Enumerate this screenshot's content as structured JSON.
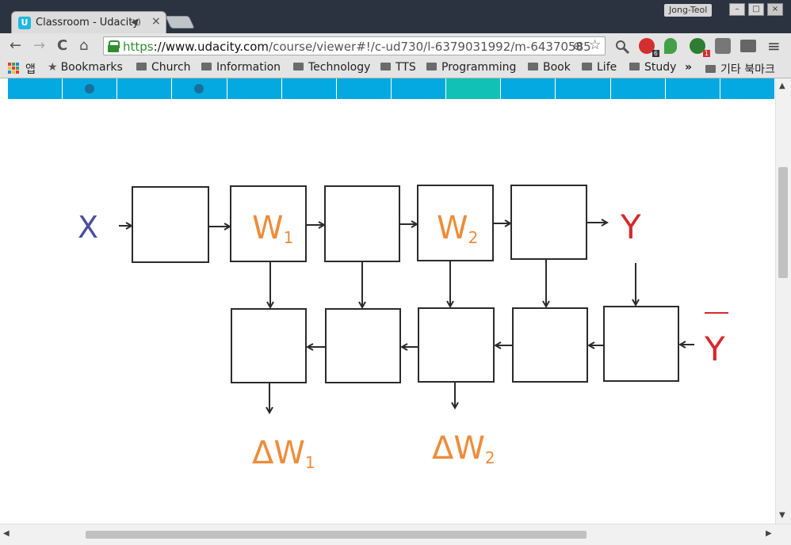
{
  "tab": {
    "title": "Classroom - Udacity",
    "favicon_letter": "U",
    "close": "×",
    "speaker": "◀)"
  },
  "window": {
    "user": "Jong-Teol",
    "minimize": "–",
    "maximize": "□",
    "close": "×"
  },
  "toolbar": {
    "back": "←",
    "forward": "→",
    "reload": "C",
    "home": "⌂",
    "url_scheme": "https",
    "url_host": "://www.udacity.com",
    "url_path": "/course/viewer#!/c-ud730/l-6379031992/m-64370585",
    "zoom_icon": "⊕",
    "star_icon": "☆",
    "menu_icon": "≡",
    "ext_badge_1": "6",
    "ext_badge_2": "1"
  },
  "bookmarks": {
    "apps_label": "앱",
    "items": [
      "Bookmarks",
      "Church",
      "Information",
      "Technology",
      "TTS",
      "Programming",
      "Book",
      "Life",
      "Study"
    ],
    "overflow": "»",
    "other": "기타 북마크"
  },
  "progress": {
    "segments": 14,
    "active_index": 8,
    "dot_indices": [
      1,
      3
    ]
  },
  "diagram": {
    "input_label": "X",
    "output_label": "Y",
    "target_label": "Y",
    "w1": "W",
    "w1_sub": "1",
    "w2": "W",
    "w2_sub": "2",
    "dw1": "ΔW",
    "dw1_sub": "1",
    "dw2": "ΔW",
    "dw2_sub": "2",
    "colors": {
      "input": "#4b4f9c",
      "weights": "#ee8c3a",
      "output": "#d6292b",
      "ink": "#2b2b2b"
    }
  }
}
